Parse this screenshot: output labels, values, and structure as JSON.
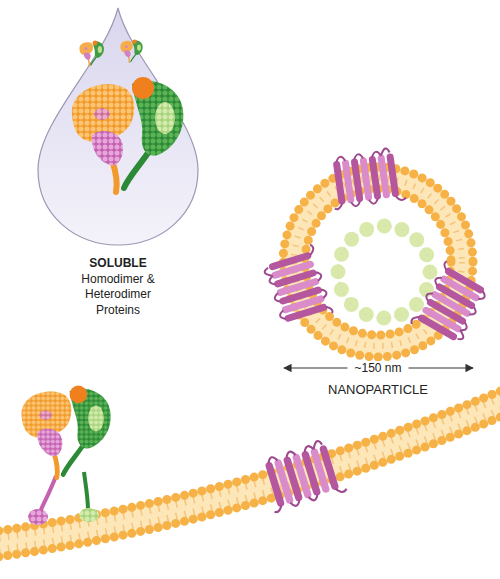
{
  "diagram": {
    "labels": [
      "SOLUBLE Homodimer & Heterodimer Proteins",
      "~150 nm",
      "NANOPARTICLE"
    ]
  }
}
